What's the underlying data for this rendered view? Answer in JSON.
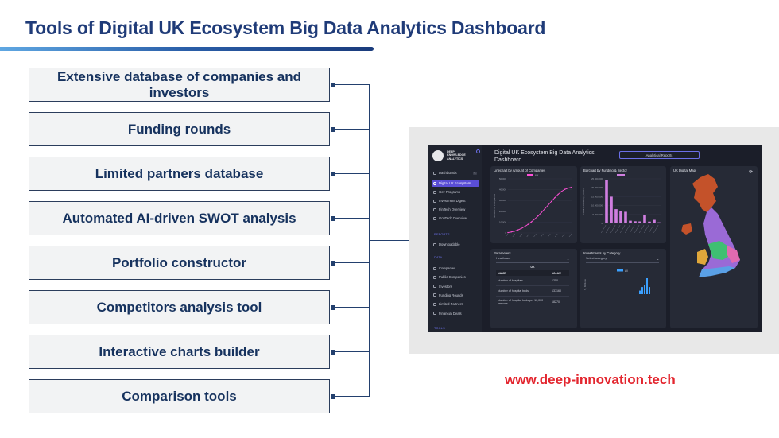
{
  "page": {
    "title": "Tools of Digital UK Ecosystem Big Data Analytics Dashboard",
    "website": "www.deep-innovation.tech"
  },
  "tools": [
    "Extensive database of companies and investors",
    "Funding rounds",
    "Limited partners database",
    "Automated AI-driven SWOT analysis",
    "Portfolio constructor",
    "Competitors analysis tool",
    "Interactive charts builder",
    "Comparison tools"
  ],
  "dashboard": {
    "logo": "DEEP KNOWLEDGE ANALYTICS",
    "title": "Digital UK Ecosystem Big Data Analytics Dashboard",
    "analytical_reports_button": "Analytical Reports",
    "sidebar": {
      "dashboards_label": "Dashboards",
      "dashboards_badge": "5",
      "dashboards": [
        "Digital UK Ecosystem",
        "Gov Programs",
        "Investment Digest",
        "FinTech Overview",
        "GovTech Overview"
      ],
      "reports_section": "REPORTS",
      "reports": [
        "Downloadable"
      ],
      "data_section": "DATA",
      "data": [
        "Companies",
        "Public Companies",
        "Investors",
        "Funding Rounds",
        "Limited Partners",
        "Financial Deals"
      ],
      "tools_section": "TOOLS"
    },
    "panels": {
      "linechart_title": "Linechart by Amount of Companies",
      "barchart_title": "Barchart by Funding & Sector",
      "map_title": "UK Digital Map",
      "parameters_title": "Parameters",
      "investments_title": "Investments by Category"
    },
    "parameters": {
      "selected": "Healthcare",
      "table_caption": "UK",
      "columns": [
        "NAME",
        "VALUE"
      ],
      "rows": [
        {
          "name": "Number of hospitals",
          "value": "1250"
        },
        {
          "name": "Number of hospital beds",
          "value": "137160"
        },
        {
          "name": "Number of hospital beds per 10,000 persons",
          "value": "18270"
        }
      ]
    },
    "investments_select": "Select category"
  },
  "chart_data": [
    {
      "type": "line",
      "title": "Linechart by Amount of Companies",
      "legend": [
        "UK"
      ],
      "ylabel": "Number of Companies",
      "y_ticks": [
        "50.000",
        "40.000",
        "30.000",
        "20.000",
        "10.000",
        "0"
      ],
      "ylim": [
        0,
        50000
      ],
      "series": [
        {
          "name": "UK",
          "values": [
            300,
            900,
            1700,
            2800,
            4200,
            5900,
            7900,
            10200,
            12800,
            15700,
            18900,
            22200,
            25700,
            29200,
            32600,
            35700,
            38300,
            40300,
            41500,
            42200
          ]
        }
      ],
      "color": "#ff4fd8"
    },
    {
      "type": "bar",
      "title": "Barchart by Funding & Sector",
      "ylabel": "Funding Amount ($, Billion)",
      "y_ticks": [
        "25.000.000",
        "20.000.000",
        "15.000.000",
        "10.000.000",
        "5.000.000",
        "0"
      ],
      "ylim": [
        0,
        25000000
      ],
      "values": [
        24500000,
        15000000,
        8000000,
        7000000,
        6500000,
        1500000,
        1200000,
        1100000,
        4800000,
        1000000,
        2000000,
        600000
      ],
      "color": "#d07ee0"
    },
    {
      "type": "bar",
      "title": "Investments by Category",
      "legend": [
        "All"
      ],
      "ylabel": "N, Millions",
      "values": [
        2,
        4,
        5,
        9,
        4
      ],
      "color": "#3ba0ff"
    }
  ],
  "colors": {
    "title": "#1f3b78",
    "box_text": "#16325e",
    "connector": "#23406e",
    "url": "#e3262f",
    "dashboard_bg": "#1b1e29",
    "accent": "#5a4ed6"
  }
}
